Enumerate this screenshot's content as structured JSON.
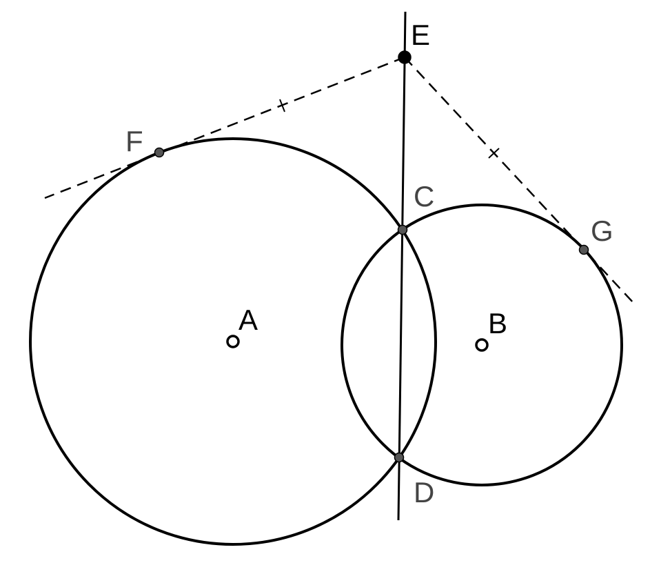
{
  "colors": {
    "stroke": "#000000",
    "point_gray": "#555555",
    "point_black": "#000000",
    "label_black": "#000000",
    "label_gray": "#444444",
    "background": "#ffffff"
  },
  "labels": {
    "A": "A",
    "B": "B",
    "C": "C",
    "D": "D",
    "E": "E",
    "F": "F",
    "G": "G"
  }
}
